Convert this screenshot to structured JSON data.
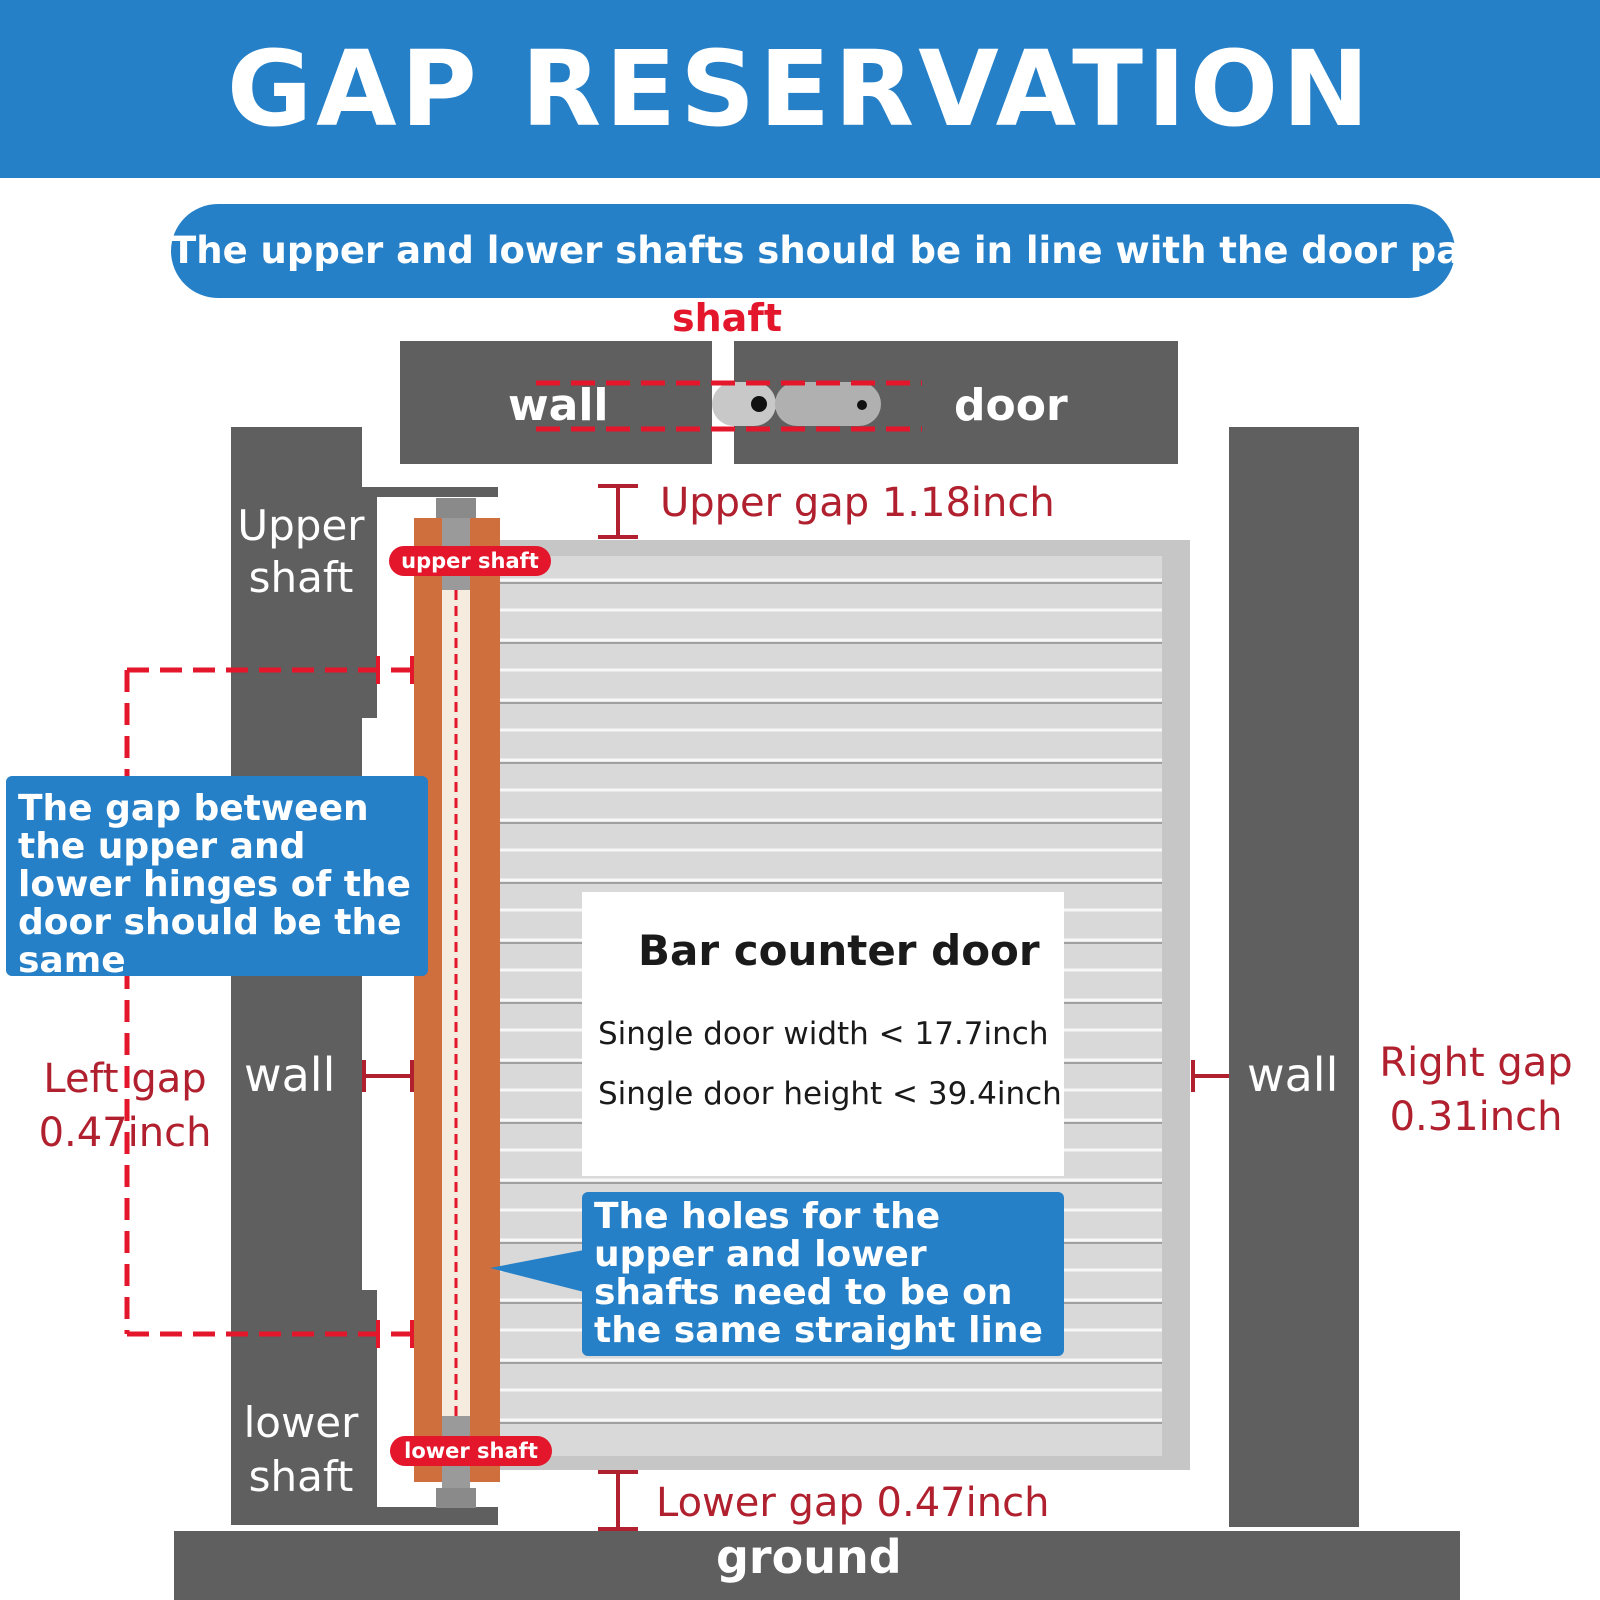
{
  "header": {
    "title": "GAP RESERVATION"
  },
  "subtitle": "The upper and lower shafts should be in line with the door panel",
  "top_view": {
    "shaft_label": "shaft",
    "wall_label": "wall",
    "door_label": "door"
  },
  "labels": {
    "upper_shaft": "Upper shaft",
    "lower_shaft": "lower shaft",
    "left_wall": "wall",
    "right_wall": "wall",
    "ground": "ground"
  },
  "tags": {
    "upper_shaft": "upper shaft",
    "lower_shaft": "lower shaft"
  },
  "gaps": {
    "upper": "Upper gap 1.18inch",
    "lower": "Lower gap 0.47inch",
    "left": "Left gap 0.47inch",
    "right": "Right gap 0.31inch"
  },
  "callouts": {
    "hinge_gap": "The gap between the upper and lower hinges of the door should be the same",
    "holes": "The holes for the upper and lower shafts need to be on the same straight line"
  },
  "door_card": {
    "title": "Bar counter door",
    "width_spec": "Single door width < 17.7inch",
    "height_spec": "Single door height < 39.4inch"
  },
  "colors": {
    "brand_blue": "#2680C8",
    "wall_gray": "#5F5F5F",
    "accent_red": "#E3162B",
    "dim_red": "#B0202E",
    "wood_orange": "#CF6F3D",
    "louver_gray": "#D9D9D9"
  }
}
